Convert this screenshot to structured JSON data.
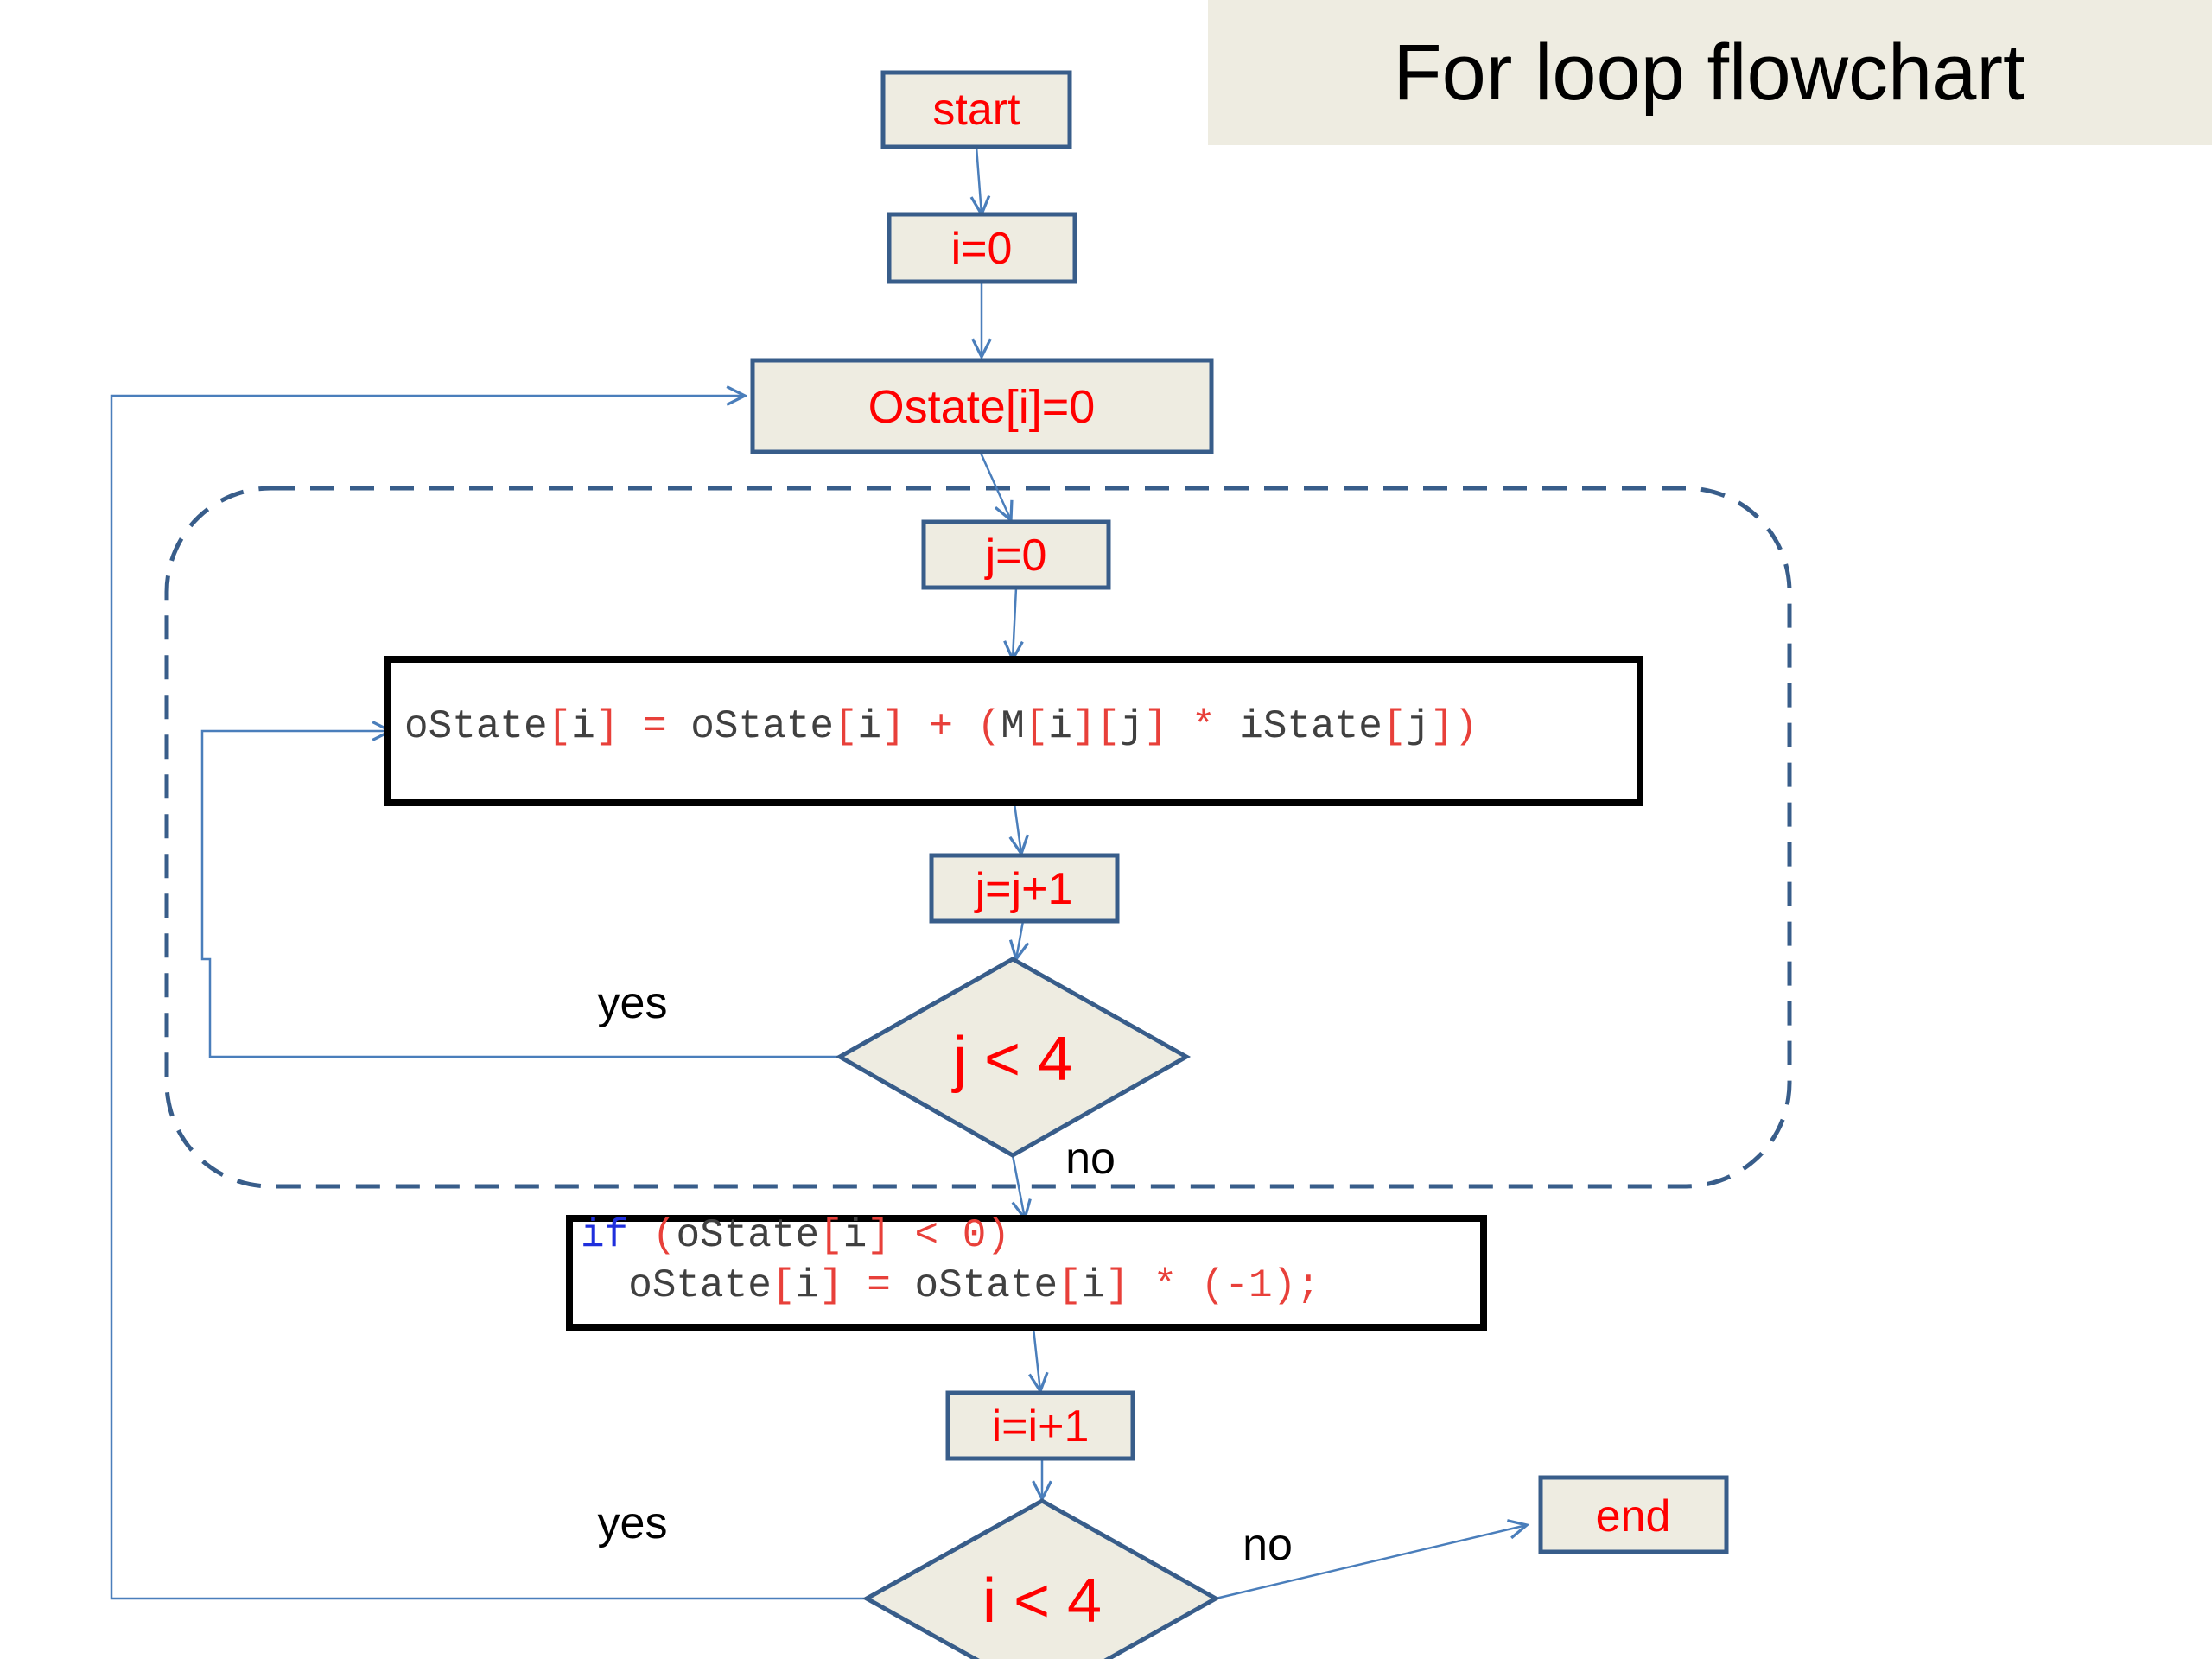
{
  "title": "For loop flowchart",
  "nodes": {
    "start": "start",
    "init_i": "i=0",
    "reset_ostate": "Ostate[i]=0",
    "init_j": "j=0",
    "accumulate": [
      {
        "text": "oState",
        "color": "default"
      },
      {
        "text": "[",
        "color": "red"
      },
      {
        "text": "i",
        "color": "default"
      },
      {
        "text": "]",
        "color": "red"
      },
      {
        "text": " = ",
        "color": "red"
      },
      {
        "text": "oState",
        "color": "default"
      },
      {
        "text": "[",
        "color": "red"
      },
      {
        "text": "i",
        "color": "default"
      },
      {
        "text": "]",
        "color": "red"
      },
      {
        "text": " + (",
        "color": "red"
      },
      {
        "text": "M",
        "color": "default"
      },
      {
        "text": "[",
        "color": "red"
      },
      {
        "text": "i",
        "color": "default"
      },
      {
        "text": "][",
        "color": "red"
      },
      {
        "text": "j",
        "color": "default"
      },
      {
        "text": "] * ",
        "color": "red"
      },
      {
        "text": "iState",
        "color": "default"
      },
      {
        "text": "[",
        "color": "red"
      },
      {
        "text": "j",
        "color": "default"
      },
      {
        "text": "])",
        "color": "red"
      }
    ],
    "inc_j": "j=j+1",
    "cond_j": "j < 4",
    "abs_line1": [
      {
        "text": "if",
        "color": "blue"
      },
      {
        "text": " (",
        "color": "red"
      },
      {
        "text": "oState",
        "color": "default"
      },
      {
        "text": "[",
        "color": "red"
      },
      {
        "text": "i",
        "color": "default"
      },
      {
        "text": "] < 0)",
        "color": "red"
      }
    ],
    "abs_line2": [
      {
        "text": "  ",
        "color": "default"
      },
      {
        "text": "oState",
        "color": "default"
      },
      {
        "text": "[",
        "color": "red"
      },
      {
        "text": "i",
        "color": "default"
      },
      {
        "text": "] = ",
        "color": "red"
      },
      {
        "text": "oState",
        "color": "default"
      },
      {
        "text": "[",
        "color": "red"
      },
      {
        "text": "i",
        "color": "default"
      },
      {
        "text": "] * (-1);",
        "color": "red"
      }
    ],
    "inc_i": "i=i+1",
    "cond_i": "i < 4",
    "end": "end"
  },
  "edge_labels": {
    "inner_yes": "yes",
    "inner_no": "no",
    "outer_yes": "yes",
    "outer_no": "no"
  },
  "colors": {
    "node_fill": "#eeece1",
    "node_border": "#385d8a",
    "node_text": "#ff0000",
    "arrow": "#4a7ebb",
    "title_bg": "#eeece1",
    "code_default": "#404040",
    "code_red": "#e8403a",
    "code_blue": "#1f2fdd"
  }
}
